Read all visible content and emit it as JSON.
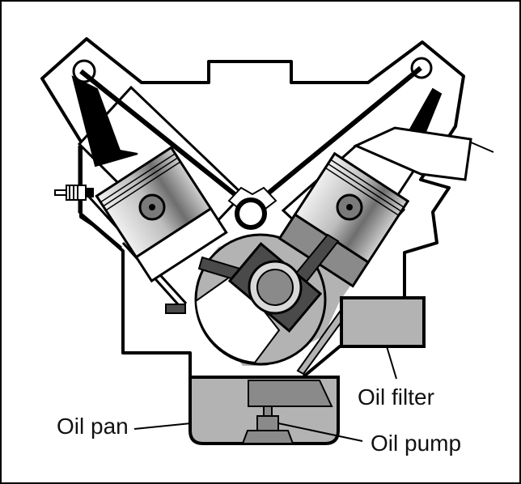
{
  "labels": {
    "oil_filter": "Oil filter",
    "oil_pan": "Oil pan",
    "oil_pump": "Oil pump"
  },
  "colors": {
    "outline": "#000000",
    "background": "#ffffff",
    "oil_gray": "#b3b3b3",
    "mid_gray": "#8a8a8a",
    "dark_gray": "#4a4a4a",
    "piston_light": "#e6e6e6"
  }
}
